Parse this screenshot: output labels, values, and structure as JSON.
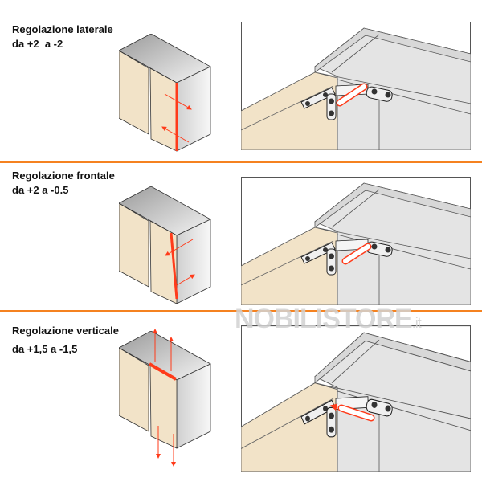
{
  "sections": [
    {
      "title": "Regolazione laterale",
      "range": "da +2  a -2"
    },
    {
      "title": "Regolazione frontale",
      "range": "da +2 a -0.5"
    },
    {
      "title": "Regolazione verticale",
      "range": "da +1,5 a -1,5"
    }
  ],
  "watermark": {
    "name": "NOBILISTORE",
    "suffix": ".it"
  },
  "colors": {
    "accent": "#f58220",
    "highlight": "#ff3b1a",
    "door": "#f2e3c8",
    "cabinet": "#e4e4e4"
  }
}
